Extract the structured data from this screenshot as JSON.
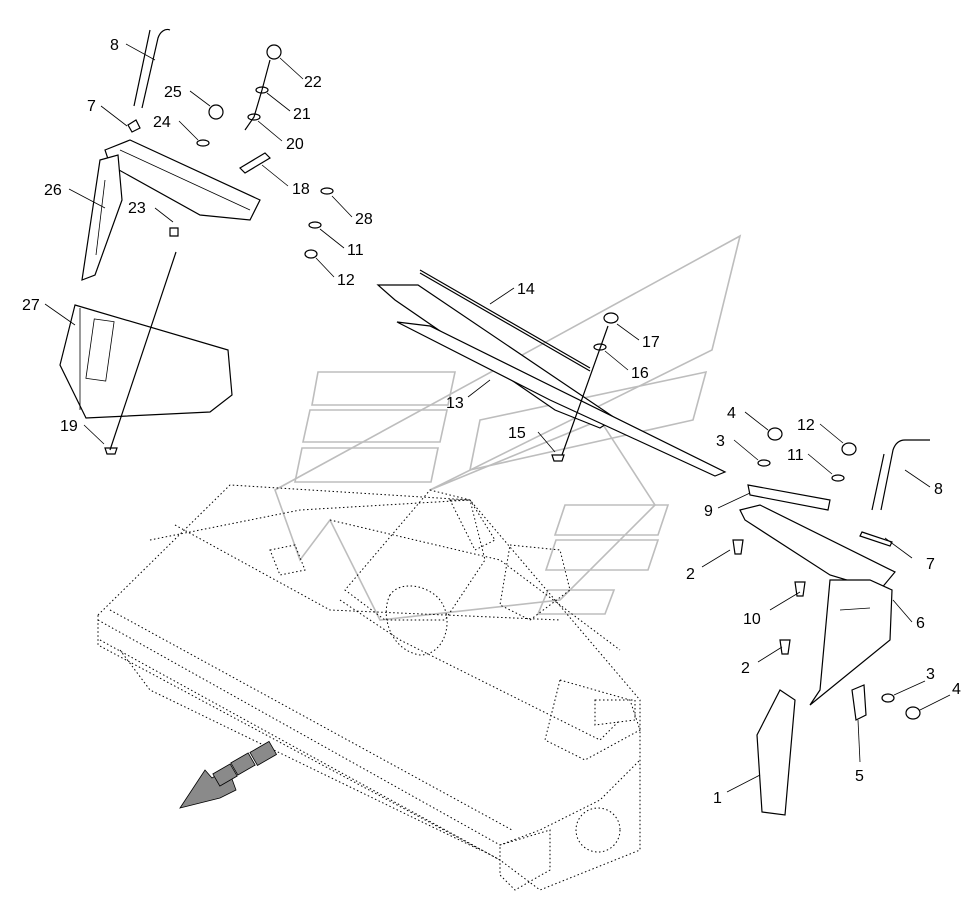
{
  "callouts": [
    {
      "id": "c8a",
      "label": "8"
    },
    {
      "id": "c22",
      "label": "22"
    },
    {
      "id": "c25",
      "label": "25"
    },
    {
      "id": "c21",
      "label": "21"
    },
    {
      "id": "c7a",
      "label": "7"
    },
    {
      "id": "c24",
      "label": "24"
    },
    {
      "id": "c20",
      "label": "20"
    },
    {
      "id": "c18",
      "label": "18"
    },
    {
      "id": "c26",
      "label": "26"
    },
    {
      "id": "c23",
      "label": "23"
    },
    {
      "id": "c28",
      "label": "28"
    },
    {
      "id": "c11a",
      "label": "11"
    },
    {
      "id": "c12a",
      "label": "12"
    },
    {
      "id": "c14",
      "label": "14"
    },
    {
      "id": "c27",
      "label": "27"
    },
    {
      "id": "c17",
      "label": "17"
    },
    {
      "id": "c16",
      "label": "16"
    },
    {
      "id": "c13",
      "label": "13"
    },
    {
      "id": "c19",
      "label": "19"
    },
    {
      "id": "c4a",
      "label": "4"
    },
    {
      "id": "c12b",
      "label": "12"
    },
    {
      "id": "c15",
      "label": "15"
    },
    {
      "id": "c3a",
      "label": "3"
    },
    {
      "id": "c11b",
      "label": "11"
    },
    {
      "id": "c8b",
      "label": "8"
    },
    {
      "id": "c9",
      "label": "9"
    },
    {
      "id": "c2a",
      "label": "2"
    },
    {
      "id": "c7b",
      "label": "7"
    },
    {
      "id": "c10",
      "label": "10"
    },
    {
      "id": "c6",
      "label": "6"
    },
    {
      "id": "c2b",
      "label": "2"
    },
    {
      "id": "c3b",
      "label": "3"
    },
    {
      "id": "c4b",
      "label": "4"
    },
    {
      "id": "c5",
      "label": "5"
    },
    {
      "id": "c1",
      "label": "1"
    }
  ],
  "icons": {
    "direction_arrow": "front-direction-arrow-icon",
    "watermark": "brand-watermark-logo"
  }
}
